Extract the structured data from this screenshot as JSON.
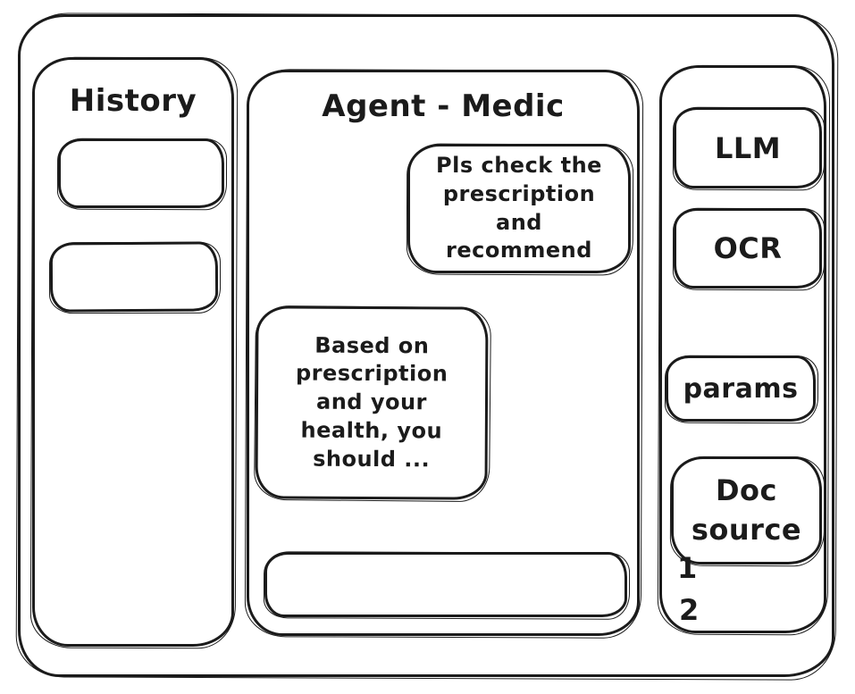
{
  "colors": {
    "ink": "#1b1b1b",
    "paper": "#ffffff"
  },
  "left_panel": {
    "title": "History",
    "items": [
      {
        "label": ""
      },
      {
        "label": ""
      }
    ]
  },
  "main_panel": {
    "title": "Agent - Medic",
    "messages": [
      {
        "role": "user",
        "align": "right",
        "text": "Pls check the prescription and recommend"
      },
      {
        "role": "assistant",
        "align": "left",
        "text": "Based on prescription and your health, you should ..."
      }
    ],
    "input": {
      "value": "",
      "placeholder": ""
    }
  },
  "right_panel": {
    "buttons": [
      {
        "label": "LLM"
      },
      {
        "label": "OCR"
      },
      {
        "label": "params"
      },
      {
        "label": "Doc source"
      }
    ],
    "doc_source_items": [
      "1",
      "2"
    ]
  }
}
